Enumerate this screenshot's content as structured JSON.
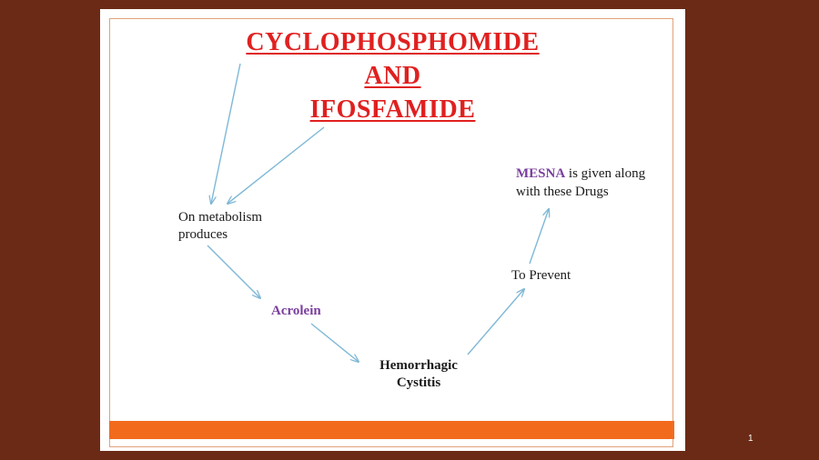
{
  "slide": {
    "title_lines": [
      "CYCLOPHOSPHOMIDE",
      "AND",
      "IFOSFAMIDE"
    ],
    "metabolism": [
      "On metabolism",
      "produces"
    ],
    "acrolein": "Acrolein",
    "hemorrhagic": [
      "Hemorrhagic",
      "Cystitis"
    ],
    "to_prevent": "To Prevent",
    "mesna_name": "MESNA",
    "mesna_rest_line1": " is given along",
    "mesna_line2": "with these Drugs"
  },
  "page_number": "1",
  "colors": {
    "background": "#6b2a15",
    "title": "#e02020",
    "accent_purple": "#7a3f9e",
    "footer_bar": "#f26b1d",
    "arrow": "#7fb8d6"
  }
}
